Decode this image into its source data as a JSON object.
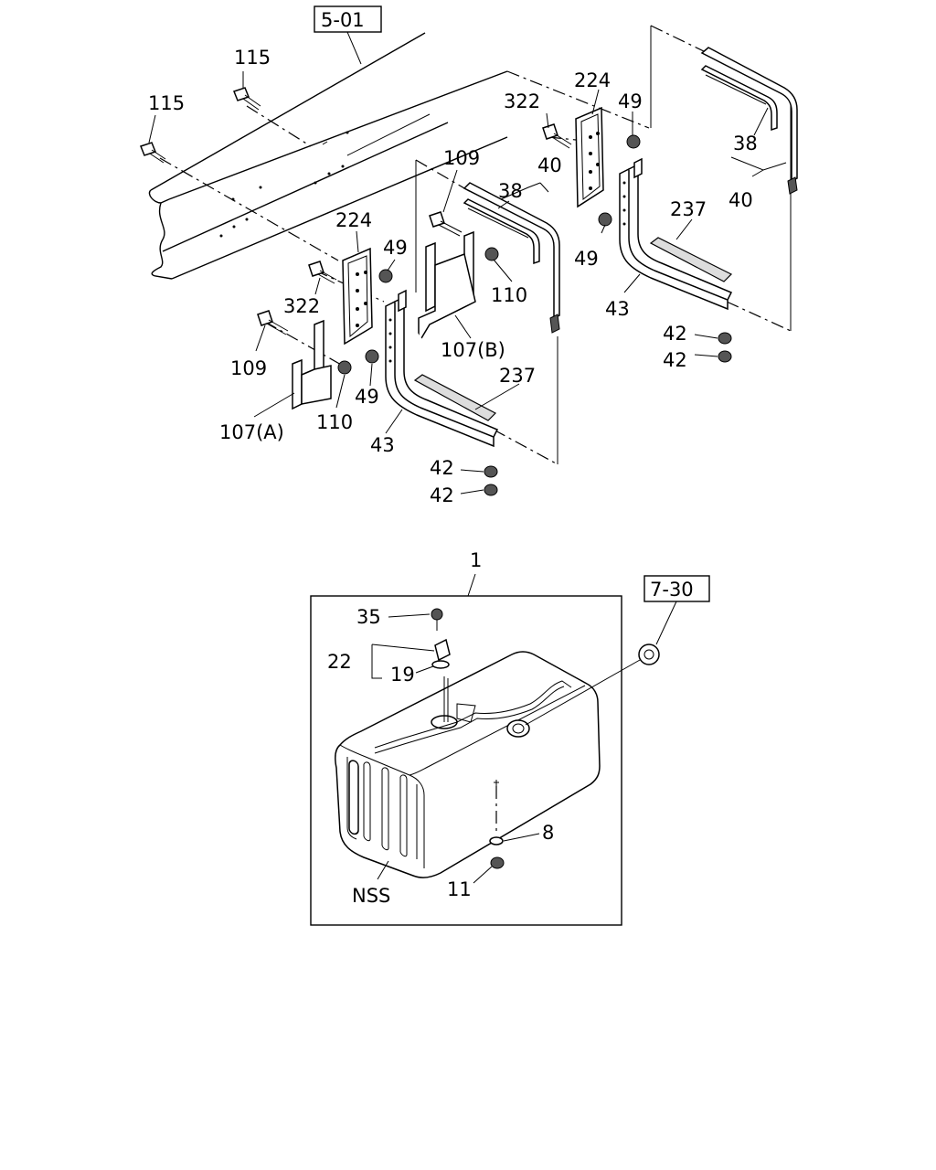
{
  "refs": {
    "ref_5_01": "5-01",
    "ref_7_30": "7-30"
  },
  "callouts": {
    "c115_a": "115",
    "c115_b": "115",
    "c322_top": "322",
    "c224_top": "224",
    "c49_top": "49",
    "c38_top": "38",
    "c40_top": "40",
    "c109_mid": "109",
    "c40_mid": "40",
    "c38_mid": "38",
    "c224_mid": "224",
    "c49_mid": "49",
    "c237_right": "237",
    "c49_right": "49",
    "c110_mid": "110",
    "c322_mid": "322",
    "c43_right": "43",
    "c107b": "107(B)",
    "c42_right_a": "42",
    "c42_right_b": "42",
    "c109_left": "109",
    "c49_low": "49",
    "c237_low": "237",
    "c107a": "107(A)",
    "c110_low": "110",
    "c43_low": "43",
    "c42_low_a": "42",
    "c42_low_b": "42",
    "c1": "1",
    "c35": "35",
    "c22": "22",
    "c19": "19",
    "c8": "8",
    "c11": "11",
    "nss": "NSS"
  }
}
